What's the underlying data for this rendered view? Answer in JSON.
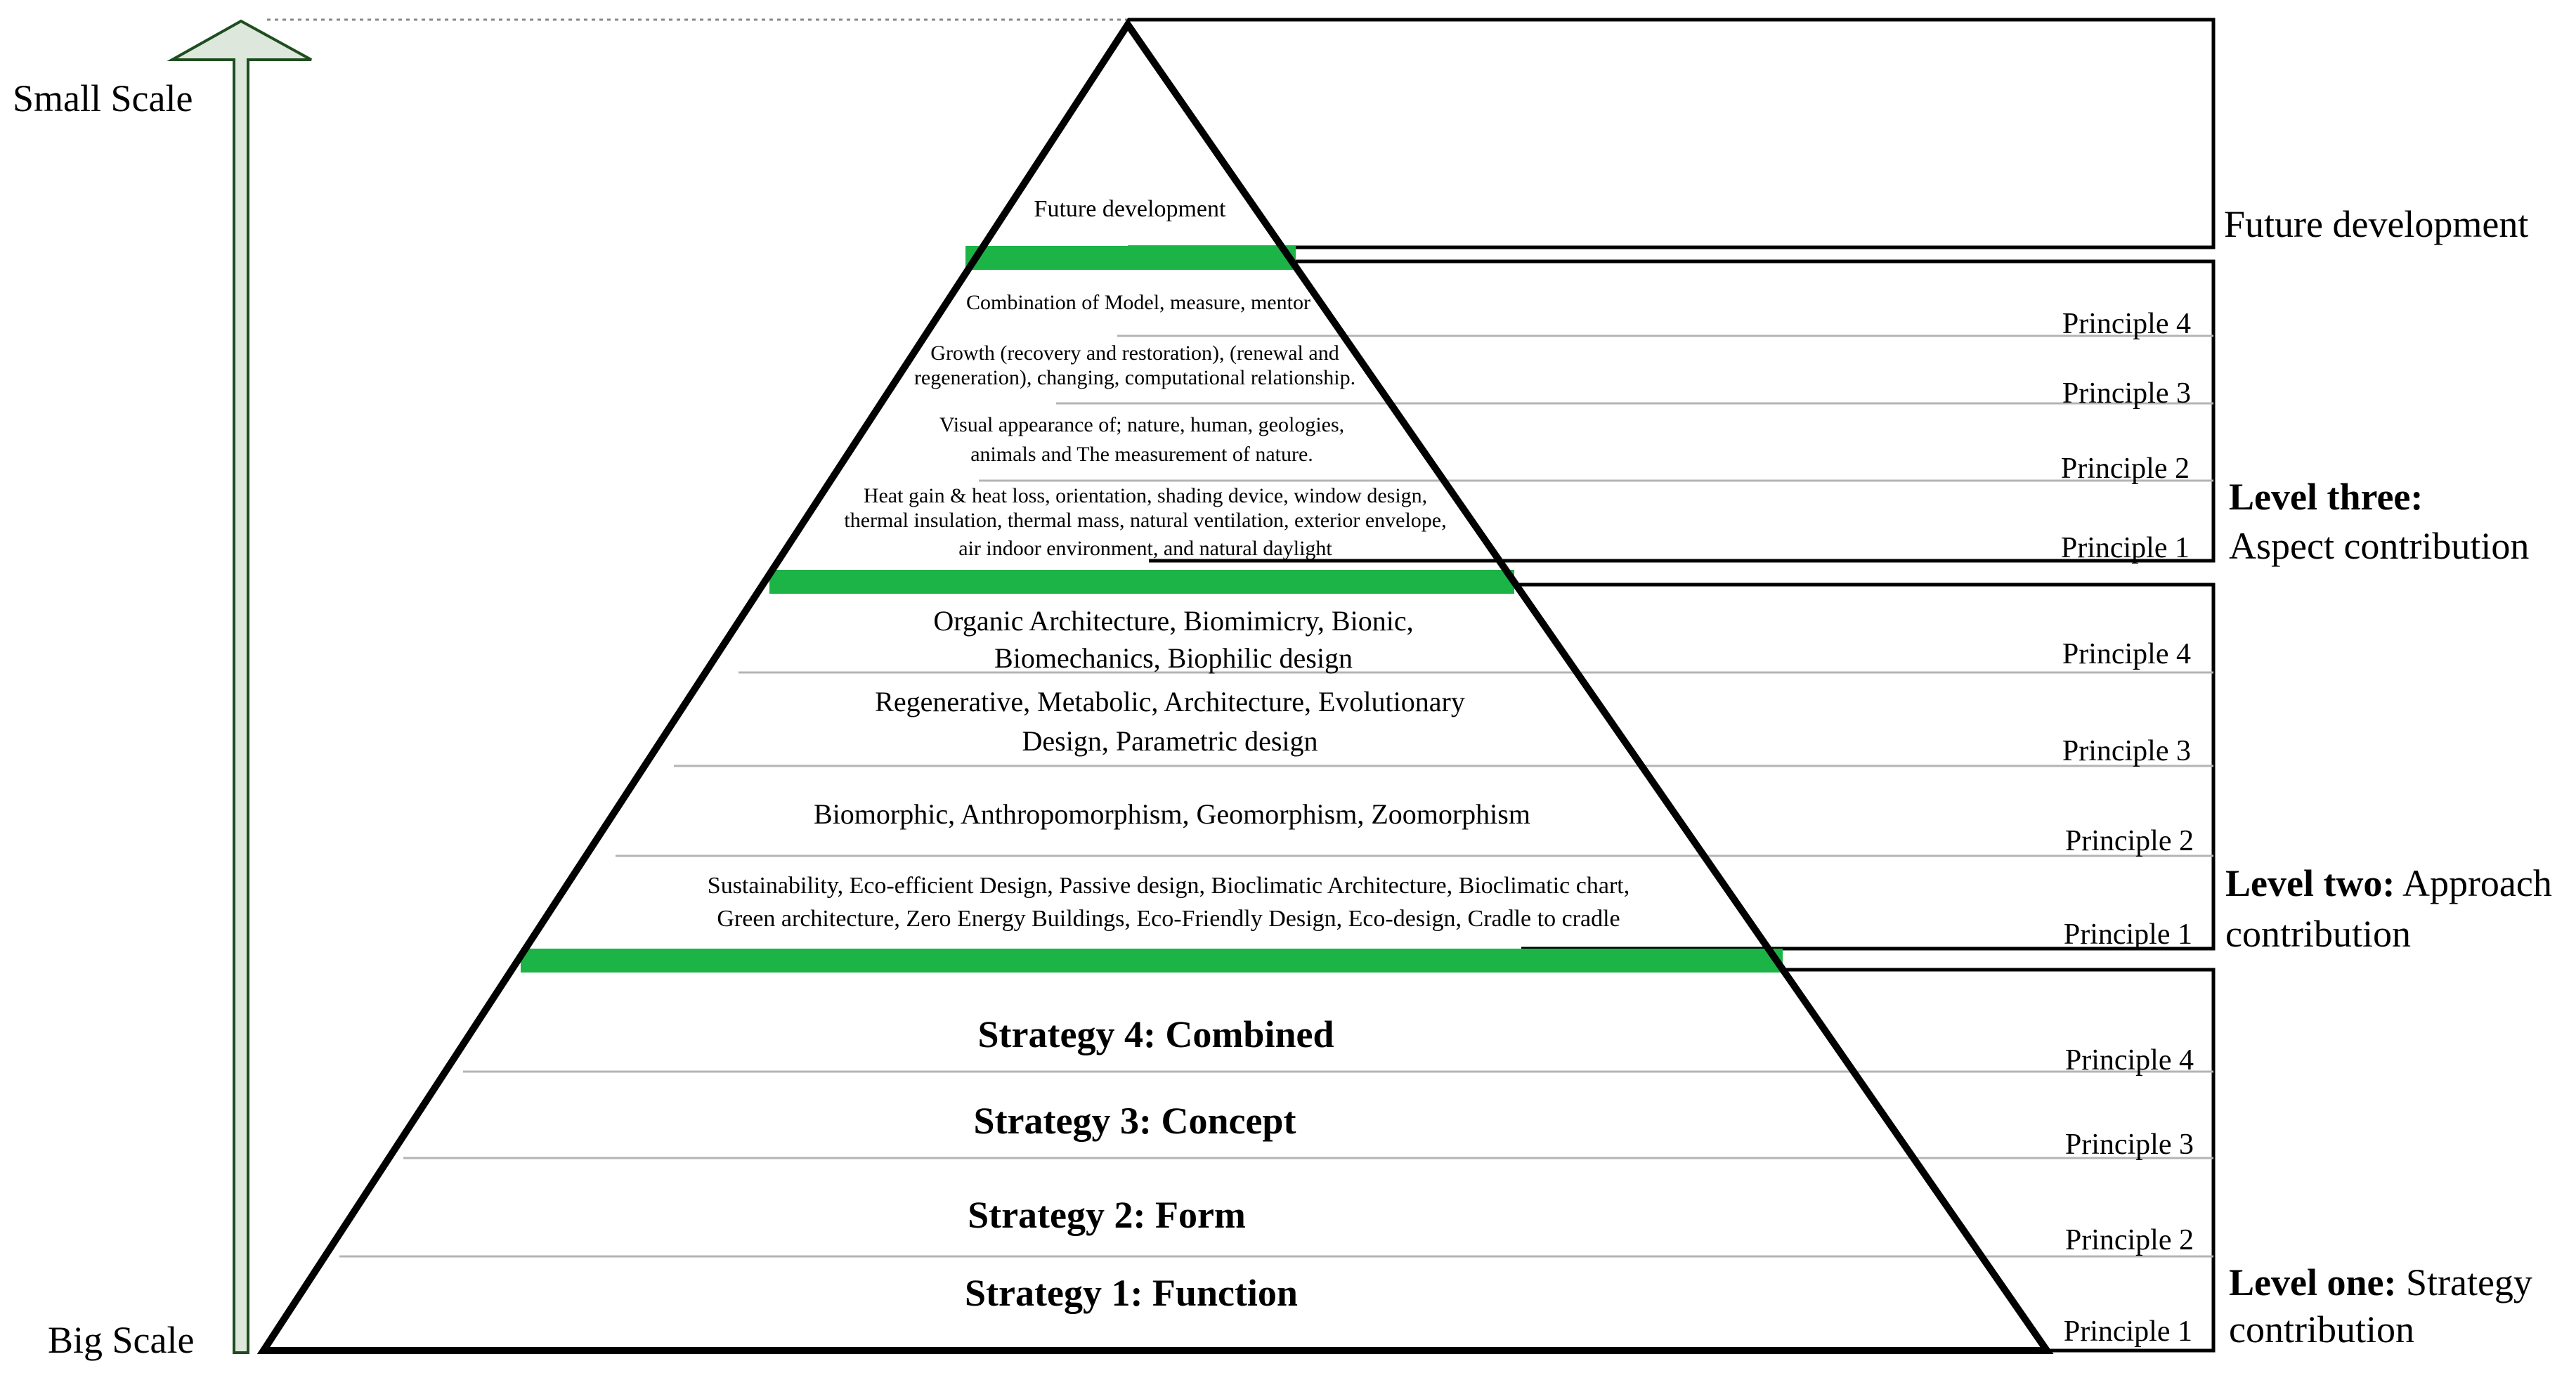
{
  "scale": {
    "top_label": "Small Scale",
    "bottom_label": "Big Scale"
  },
  "apex": {
    "label": "Future development",
    "side_label": "Future development"
  },
  "levels": {
    "three": {
      "title_bold": "Level three:",
      "title_rest": "",
      "title_line2": "Aspect contribution",
      "rows": [
        {
          "principle": "Principle 4",
          "lines": [
            "Combination of Model, measure, mentor"
          ]
        },
        {
          "principle": "Principle 3",
          "lines": [
            "Growth (recovery and restoration), (renewal and",
            "regeneration), changing, computational relationship."
          ]
        },
        {
          "principle": "Principle 2",
          "lines": [
            "Visual appearance of; nature, human, geologies,",
            "animals and The measurement of nature."
          ]
        },
        {
          "principle": "Principle 1",
          "lines": [
            "Heat gain & heat loss, orientation, shading device, window design,",
            "thermal insulation, thermal mass, natural ventilation, exterior envelope,",
            "air indoor environment, and natural daylight"
          ]
        }
      ]
    },
    "two": {
      "title_bold": "Level two:",
      "title_rest": " Approach",
      "title_line2": "contribution",
      "rows": [
        {
          "principle": "Principle 4",
          "lines": [
            "Organic Architecture, Biomimicry, Bionic,",
            "Biomechanics, Biophilic design"
          ]
        },
        {
          "principle": "Principle 3",
          "lines": [
            "Regenerative, Metabolic, Architecture, Evolutionary",
            "Design, Parametric design"
          ]
        },
        {
          "principle": "Principle 2",
          "lines": [
            "Biomorphic, Anthropomorphism, Geomorphism, Zoomorphism"
          ]
        },
        {
          "principle": "Principle 1",
          "lines": [
            "Sustainability, Eco-efficient Design, Passive design, Bioclimatic Architecture, Bioclimatic chart,",
            "Green architecture, Zero Energy Buildings, Eco-Friendly Design, Eco-design, Cradle to cradle"
          ]
        }
      ]
    },
    "one": {
      "title_bold": "Level one:",
      "title_rest": " Strategy",
      "title_line2": "contribution",
      "rows": [
        {
          "principle": "Principle 4",
          "lines": [
            "Strategy 4: Combined"
          ]
        },
        {
          "principle": "Principle 3",
          "lines": [
            "Strategy 3: Concept"
          ]
        },
        {
          "principle": "Principle 2",
          "lines": [
            "Strategy 2: Form"
          ]
        },
        {
          "principle": "Principle 1",
          "lines": [
            "Strategy 1: Function"
          ]
        }
      ]
    }
  },
  "colors": {
    "divider_green": "#1db447",
    "arrow_fill": "#dde7dc",
    "arrow_stroke": "#1f4d1f",
    "row_line": "#b4b4b4",
    "outline": "#000000"
  },
  "icons": {
    "scale_arrow": "up-arrow-icon"
  }
}
